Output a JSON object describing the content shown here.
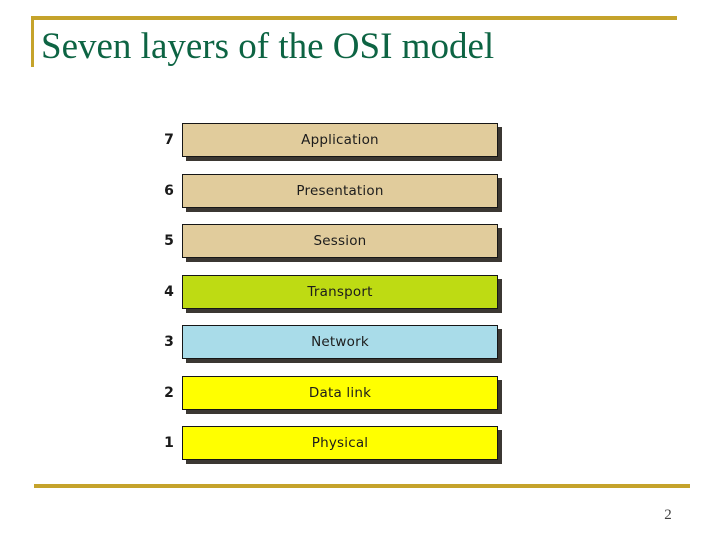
{
  "slide": {
    "title": "Seven layers of the OSI model",
    "page_number": "2",
    "accent_color": "#c5a32b",
    "title_color": "#0d6443",
    "background_color": "#ffffff"
  },
  "diagram": {
    "name": "osi-seven-layer-stack",
    "layers": [
      {
        "number": "7",
        "label": "Application",
        "fill": "#e1cc9c",
        "border": "#161616",
        "shadow": "#3b3732"
      },
      {
        "number": "6",
        "label": "Presentation",
        "fill": "#e1cc9c",
        "border": "#161616",
        "shadow": "#3b3732"
      },
      {
        "number": "5",
        "label": "Session",
        "fill": "#e1cc9c",
        "border": "#161616",
        "shadow": "#3b3732"
      },
      {
        "number": "4",
        "label": "Transport",
        "fill": "#bedb13",
        "border": "#161616",
        "shadow": "#3b3732"
      },
      {
        "number": "3",
        "label": "Network",
        "fill": "#a9dce9",
        "border": "#161616",
        "shadow": "#3b3732"
      },
      {
        "number": "2",
        "label": "Data link",
        "fill": "#ffff00",
        "border": "#161616",
        "shadow": "#3b3732"
      },
      {
        "number": "1",
        "label": "Physical",
        "fill": "#ffff00",
        "border": "#161616",
        "shadow": "#3b3732"
      }
    ]
  }
}
